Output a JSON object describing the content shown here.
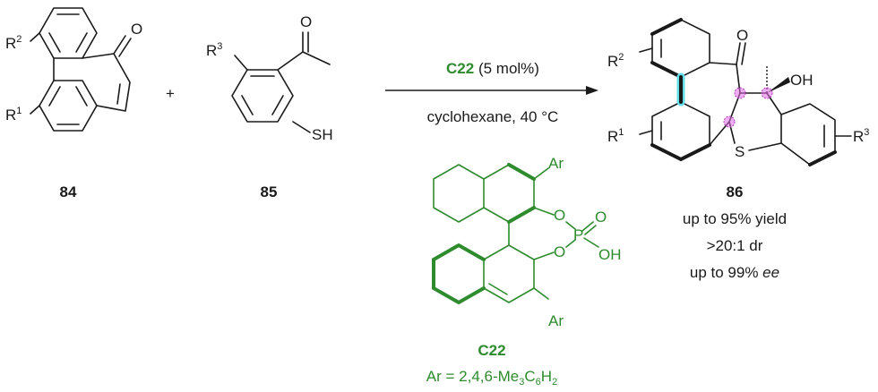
{
  "compounds": {
    "reactant1": {
      "label": "84",
      "sub_r1": "R",
      "sub_r1_sup": "1",
      "sub_r2": "R",
      "sub_r2_sup": "2",
      "atom_o": "O"
    },
    "reactant2": {
      "label": "85",
      "sub_r3": "R",
      "sub_r3_sup": "3",
      "atom_o": "O",
      "atom_sh": "SH"
    },
    "product": {
      "label": "86",
      "sub_r1": "R",
      "sub_r1_sup": "1",
      "sub_r2": "R",
      "sub_r2_sup": "2",
      "sub_r3": "R",
      "sub_r3_sup": "3",
      "atom_o": "O",
      "atom_oh": "OH",
      "atom_s": "S"
    }
  },
  "plus_sign": "+",
  "reaction": {
    "catalyst_name": "C22",
    "catalyst_loading": "(5 mol%)",
    "conditions": "cyclohexane, 40 °C"
  },
  "catalyst": {
    "label": "C22",
    "ar_top": "Ar",
    "ar_bottom": "Ar",
    "atom_o1": "O",
    "atom_o2": "O",
    "atom_o3": "O",
    "atom_p": "P",
    "atom_oh": "OH",
    "ar_def_prefix": "Ar = 2,4,6-Me",
    "ar_def_sub1": "3",
    "ar_def_mid": "C",
    "ar_def_sub2": "6",
    "ar_def_mid2": "H",
    "ar_def_sub3": "2"
  },
  "results": {
    "yield": "up to 95% yield",
    "dr": ">20:1 dr",
    "ee_prefix": "up to 99% ",
    "ee_italic": "ee"
  },
  "colors": {
    "black": "#1a1a1a",
    "green": "#2e8b2e",
    "highlight_cyan": "#66e0e8",
    "highlight_magenta": "#e46be8"
  }
}
